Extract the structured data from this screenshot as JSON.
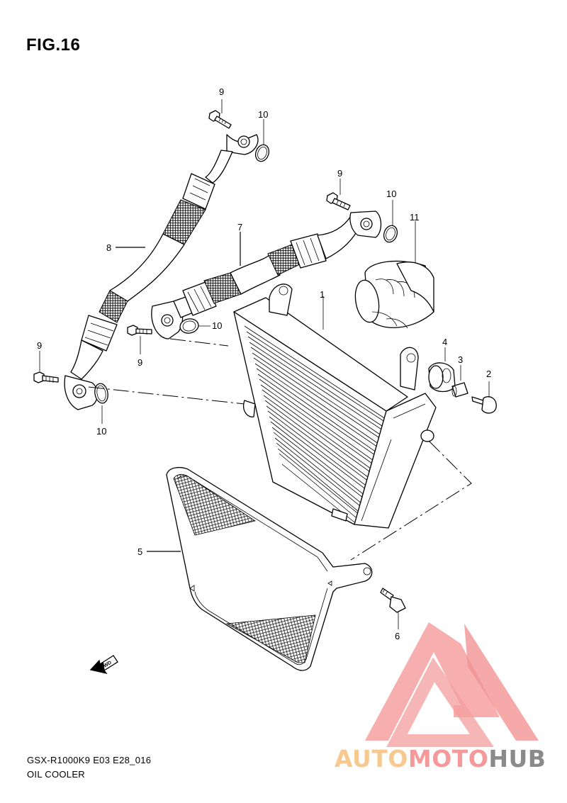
{
  "figure_title": "FIG.16",
  "callouts": {
    "c1": "1",
    "c2": "2",
    "c3": "3",
    "c4": "4",
    "c5": "5",
    "c6": "6",
    "c7": "7",
    "c8": "8",
    "c9a": "9",
    "c9b": "9",
    "c9c": "9",
    "c9d": "9",
    "c10a": "10",
    "c10b": "10",
    "c10c": "10",
    "c10d": "10",
    "c11": "11"
  },
  "fwd_label": "FWD",
  "footer": {
    "code": "GSX-R1000K9 E03 E28_016",
    "name": "OIL COOLER"
  },
  "watermark": {
    "part1": "AUTO",
    "part2": "MOTO",
    "part3": "HUB",
    "colors": {
      "auto": "#f7c98e",
      "moto": "#f49a9a",
      "hub": "#8a8a8a",
      "logo": "#f28f8f"
    }
  }
}
